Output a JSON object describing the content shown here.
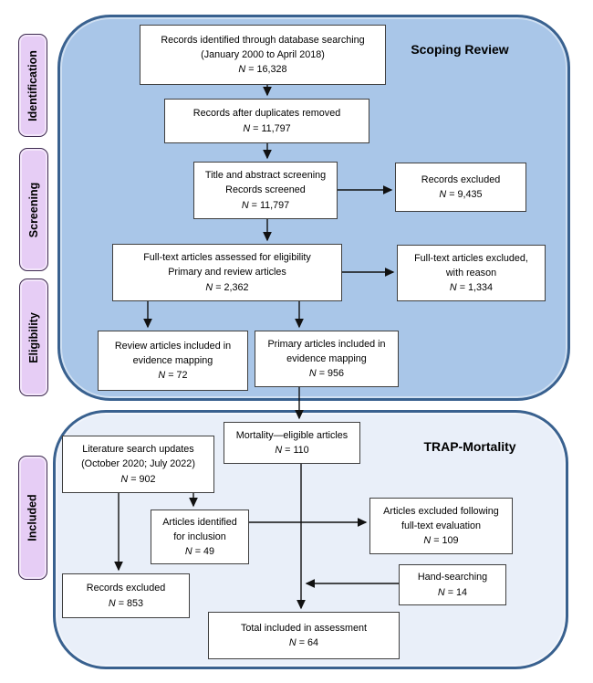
{
  "const": {
    "n_symbol": "N"
  },
  "colors": {
    "panel_fill": "#A9C6E8",
    "panel_border": "#39618F",
    "panel2_fill": "#E9EFF9",
    "label_fill": "#E6CDF5",
    "label_border": "#3E2B50",
    "box_border": "#3F3F3F",
    "arrow": "#111111",
    "text": "#000000"
  },
  "panels": {
    "scoping": {
      "title": "Scoping Review"
    },
    "trap": {
      "title": "TRAP-Mortality"
    }
  },
  "stages": [
    {
      "label": "Identification"
    },
    {
      "label": "Screening"
    },
    {
      "label": "Eligibility"
    },
    {
      "label": "Included"
    }
  ],
  "boxes": {
    "records_identified": {
      "text": "Records identified through database searching\n(January 2000 to April 2018)",
      "n": "= 16,328"
    },
    "duplicates_removed": {
      "text": "Records after duplicates removed",
      "n": "= 11,797"
    },
    "title_abstract": {
      "text": "Title and abstract screening\nRecords screened",
      "n": "= 11,797"
    },
    "records_excluded_screening": {
      "text": "Records excluded",
      "n": "= 9,435"
    },
    "fulltext_assessed": {
      "text": "Full-text articles assessed for eligibility\nPrimary and review articles",
      "n": "= 2,362"
    },
    "fulltext_excluded": {
      "text": "Full-text articles excluded,\nwith reason",
      "n": "= 1,334"
    },
    "review_included": {
      "text": "Review articles included in\nevidence mapping",
      "n": "= 72"
    },
    "primary_included": {
      "text": "Primary articles included in\nevidence mapping",
      "n": "= 956"
    },
    "mortality_eligible": {
      "text": "Mortality—eligible articles",
      "n": "= 110"
    },
    "literature_updates": {
      "text": "Literature search updates\n(October 2020; July 2022)",
      "n": "= 902"
    },
    "articles_identified": {
      "text": "Articles identified\nfor inclusion",
      "n": "= 49"
    },
    "articles_excluded_fulltext": {
      "text": "Articles excluded following\nfull-text evaluation",
      "n": "= 109"
    },
    "hand_searching": {
      "text": "Hand-searching",
      "n": "= 14"
    },
    "records_excluded_update": {
      "text": "Records excluded",
      "n": "= 853"
    },
    "total_included": {
      "text": "Total included in assessment",
      "n": "= 64"
    }
  }
}
